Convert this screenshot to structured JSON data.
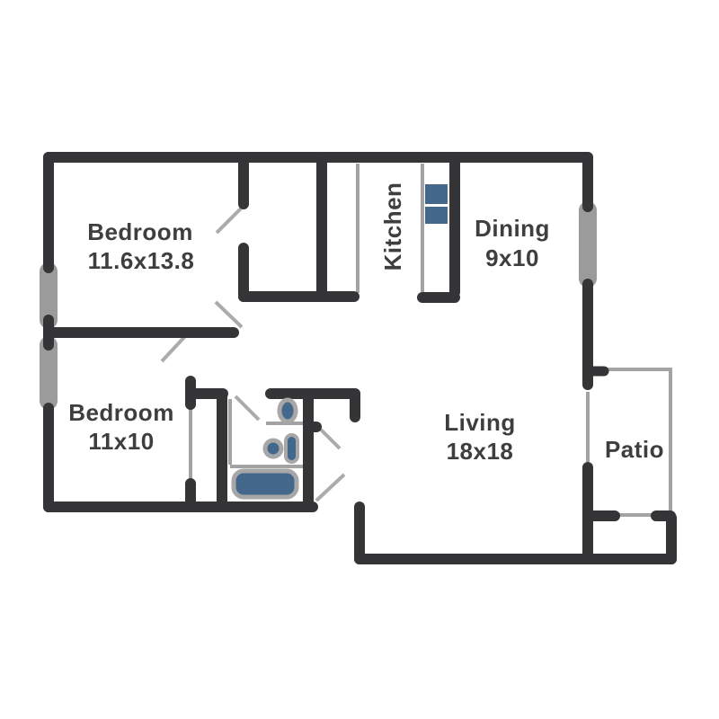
{
  "plan": {
    "colors": {
      "wall": "#353538",
      "window_gray": "#9b9b9b",
      "thin_line_gray": "#a3a3a3",
      "fixture_blue": "#44678c",
      "label_text": "#3e3e40",
      "background": "#ffffff"
    },
    "rooms": {
      "bedroom1": {
        "label": "Bedroom",
        "dimensions": "11.6x13.8"
      },
      "kitchen": {
        "label": "Kitchen"
      },
      "dining": {
        "label": "Dining",
        "dimensions": "9x10"
      },
      "bedroom2": {
        "label": "Bedroom",
        "dimensions": "11x10"
      },
      "living": {
        "label": "Living",
        "dimensions": "18x18"
      },
      "patio": {
        "label": "Patio"
      }
    },
    "fixtures": {
      "bathroom": [
        "toilet",
        "sink",
        "vanity-cabinet",
        "bathtub"
      ],
      "kitchen": [
        "appliance-upper",
        "appliance-lower",
        "counter-left",
        "counter-right"
      ],
      "openings": [
        "bedroom1-window",
        "bedroom2-window",
        "dining-window",
        "patio-sliding-door",
        "closet-sliding-door",
        "entry-door"
      ]
    }
  }
}
